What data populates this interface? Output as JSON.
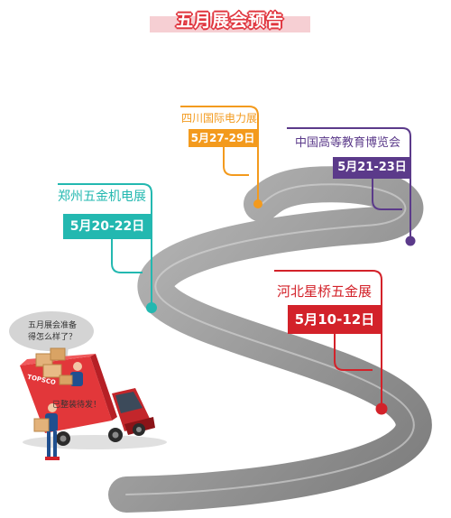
{
  "title": "五月展会预告",
  "colors": {
    "title_red": "#e0363f",
    "orange": "#f39a1d",
    "purple": "#5b3a8a",
    "teal": "#23b8b0",
    "red": "#d3222a",
    "road": "#8e8e8e"
  },
  "events": [
    {
      "name": "四川国际电力展",
      "date": "5月27-29日",
      "color": "orange"
    },
    {
      "name": "中国高等教育博览会",
      "date": "5月21-23日",
      "color": "purple"
    },
    {
      "name": "郑州五金机电展",
      "date": "5月20-22日",
      "color": "teal"
    },
    {
      "name": "河北星桥五金展",
      "date": "5月10-12日",
      "color": "red"
    }
  ],
  "bubbles": {
    "left_line1": "五月展会准备",
    "left_line2": "得怎么样了？",
    "right": "已整装待发！"
  },
  "truck": {
    "brand": "TOPSCO"
  }
}
